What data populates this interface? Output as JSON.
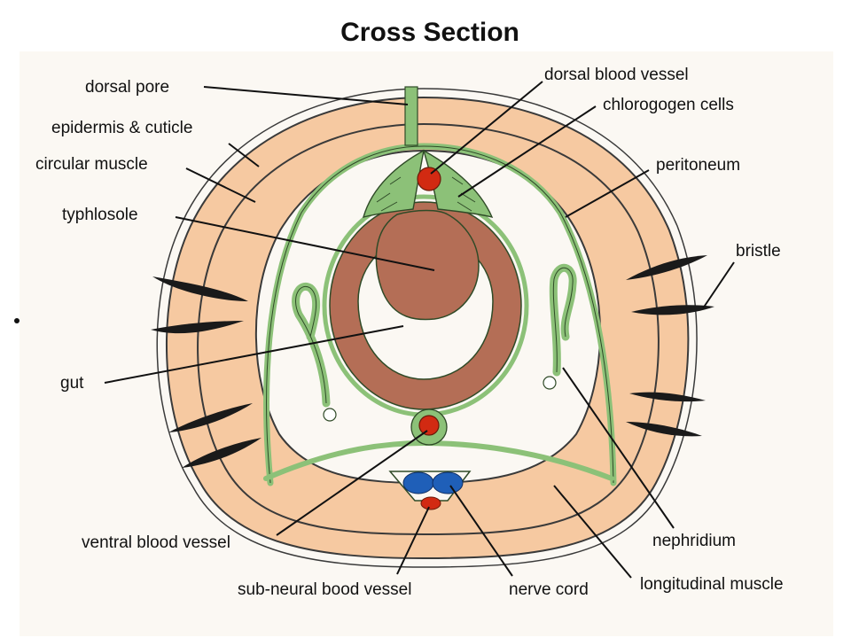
{
  "title": "Cross Section",
  "labels": {
    "dorsal_pore": "dorsal pore",
    "epidermis_cuticle": "epidermis & cuticle",
    "circular_muscle": "circular muscle",
    "typhlosole": "typhlosole",
    "gut": "gut",
    "ventral_blood_vessel": "ventral blood vessel",
    "sub_neural_blood_vessel": "sub-neural bood vessel",
    "nerve_cord": "nerve cord",
    "longitudinal_muscle": "longitudinal muscle",
    "nephridium": "nephridium",
    "bristle": "bristle",
    "peritoneum": "peritoneum",
    "chlorogogen_cells": "chlorogogen cells",
    "dorsal_blood_vessel": "dorsal blood vessel"
  },
  "colors": {
    "background_panel": "#fbf8f3",
    "muscle_band": "#f6c9a1",
    "membrane_green": "#8cc178",
    "gut_brown": "#b46e56",
    "blood_red": "#d22a12",
    "nerve_blue": "#1f5fb8",
    "bristle_black": "#1a1a1a"
  }
}
